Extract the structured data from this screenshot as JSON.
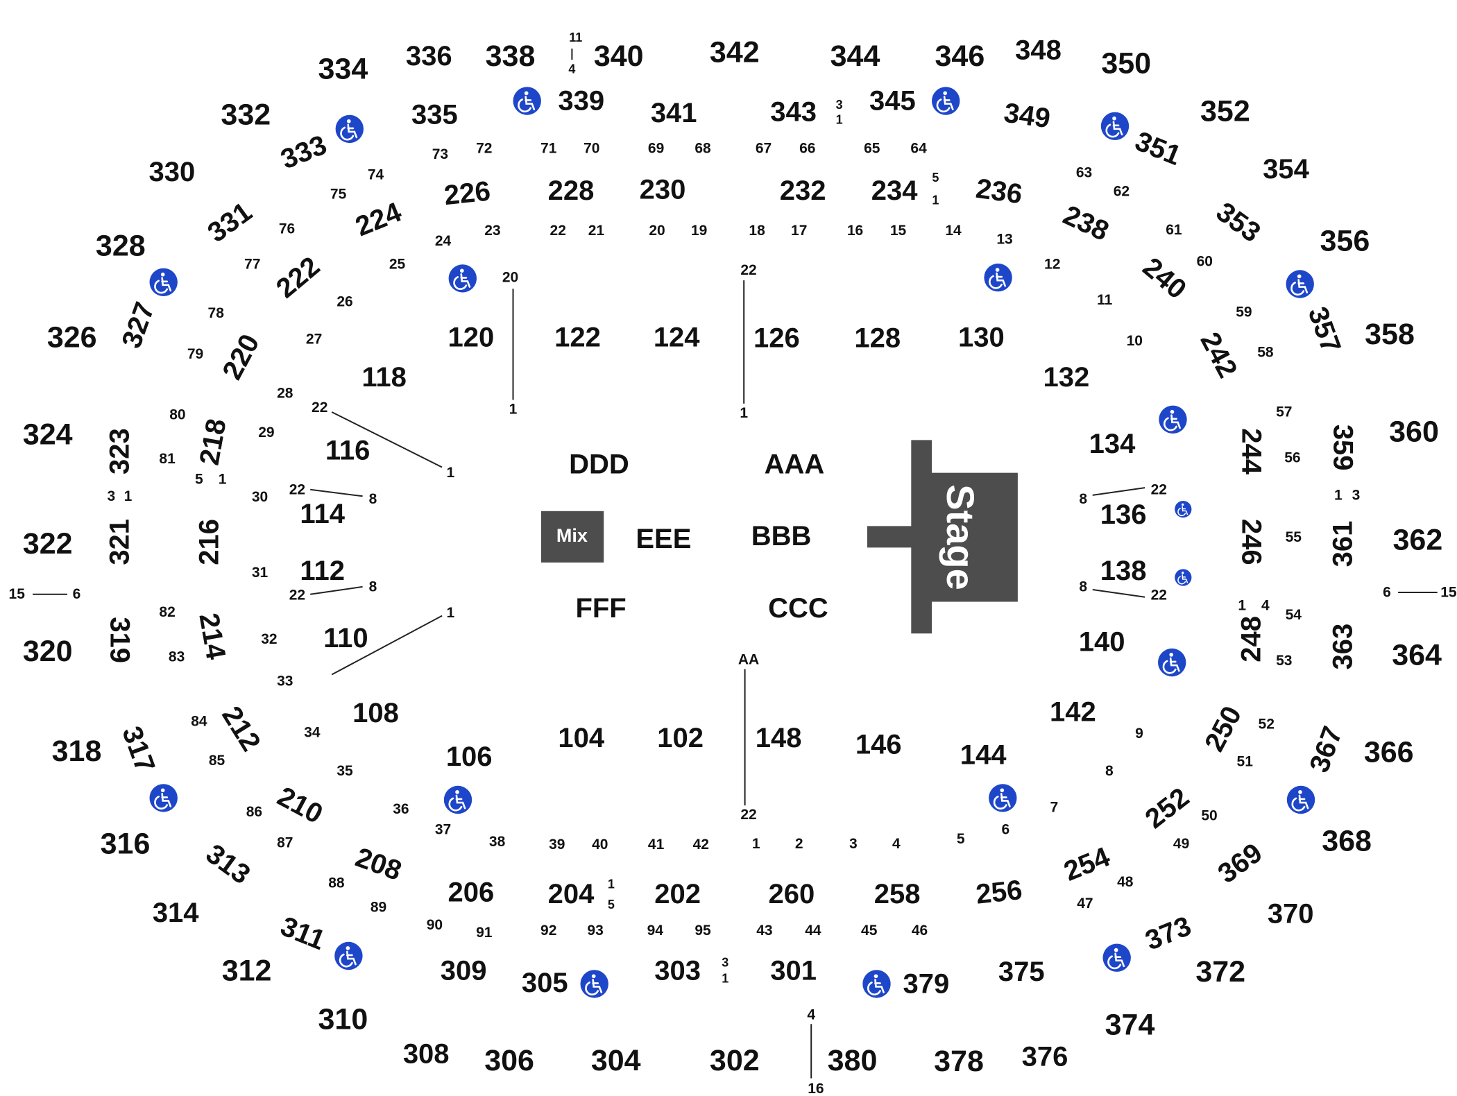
{
  "stage_label": "Stage",
  "mix_label": "Mix",
  "floor_sections": [
    "AAA",
    "BBB",
    "CCC",
    "DDD",
    "EEE",
    "FFF"
  ],
  "sections_100": [
    "102",
    "104",
    "106",
    "108",
    "110",
    "112",
    "114",
    "116",
    "118",
    "120",
    "122",
    "124",
    "126",
    "128",
    "130",
    "132",
    "134",
    "136",
    "138",
    "140",
    "142",
    "144",
    "146",
    "148"
  ],
  "sections_200": [
    "202",
    "204",
    "206",
    "208",
    "210",
    "212",
    "214",
    "216",
    "218",
    "220",
    "222",
    "224",
    "226",
    "228",
    "230",
    "232",
    "234",
    "236",
    "238",
    "240",
    "242",
    "244",
    "246",
    "248",
    "250",
    "252",
    "254",
    "256",
    "258",
    "260"
  ],
  "sections_300": [
    "301",
    "302",
    "303",
    "304",
    "305",
    "306",
    "308",
    "309",
    "310",
    "311",
    "312",
    "313",
    "314",
    "316",
    "317",
    "318",
    "319",
    "320",
    "321",
    "322",
    "323",
    "324",
    "326",
    "327",
    "328",
    "330",
    "331",
    "332",
    "333",
    "334",
    "335",
    "336",
    "338",
    "339",
    "340",
    "341",
    "342",
    "343",
    "344",
    "345",
    "346",
    "348",
    "349",
    "350",
    "351",
    "352",
    "353",
    "354",
    "356",
    "357",
    "358",
    "359",
    "360",
    "361",
    "362",
    "363",
    "364",
    "366",
    "367",
    "368",
    "369",
    "370",
    "372",
    "373",
    "374",
    "375",
    "376",
    "378",
    "379",
    "380"
  ],
  "row_labels": [
    "1",
    "2",
    "3",
    "4",
    "5",
    "6",
    "7",
    "8",
    "9",
    "10",
    "11",
    "12",
    "13",
    "14",
    "15",
    "16",
    "17",
    "18",
    "19",
    "20",
    "21",
    "22",
    "23",
    "24",
    "25",
    "26",
    "27",
    "28",
    "29",
    "30",
    "31",
    "32",
    "33",
    "34",
    "35",
    "36",
    "37",
    "38",
    "39",
    "40",
    "41",
    "42",
    "43",
    "44",
    "45",
    "46",
    "47",
    "48",
    "49",
    "50",
    "51",
    "52",
    "53",
    "54",
    "55",
    "56",
    "57",
    "58",
    "59",
    "60",
    "61",
    "62",
    "63",
    "64",
    "65",
    "66",
    "67",
    "68",
    "69",
    "70",
    "71",
    "72",
    "73",
    "74",
    "75",
    "76",
    "77",
    "78",
    "79",
    "80",
    "81",
    "82",
    "83",
    "84",
    "85",
    "86",
    "87",
    "88",
    "89",
    "90",
    "91",
    "92",
    "93",
    "94",
    "95",
    "AA"
  ],
  "accessibility_icon": "wheelchair-icon",
  "colors": {
    "accessible": "#1e46c8",
    "stage": "#4d4d4d",
    "text": "#111111"
  }
}
